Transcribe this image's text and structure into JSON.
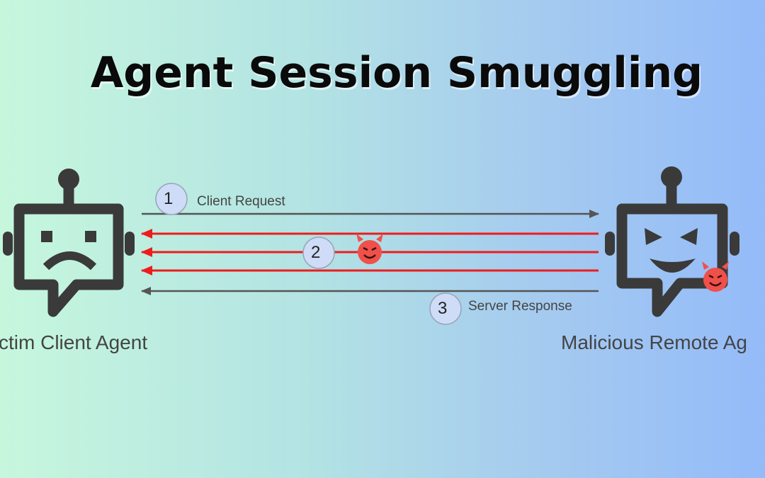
{
  "title": "Agent Session Smuggling",
  "left_agent": {
    "label": "ctim Client Agent",
    "icon": "sad-robot-icon"
  },
  "right_agent": {
    "label": "Malicious Remote Ag",
    "icon": "evil-robot-icon",
    "badge": "devil-emoji-icon"
  },
  "steps": [
    {
      "number": "1",
      "label": "Client Request"
    },
    {
      "number": "2",
      "label": ""
    },
    {
      "number": "3",
      "label": "Server Response"
    }
  ],
  "colors": {
    "arrow": "#555555",
    "malicious": "#ee1c1c",
    "circle": "#cfdcf7",
    "robot": "#3a3a3a",
    "devil": "#f0504a"
  }
}
